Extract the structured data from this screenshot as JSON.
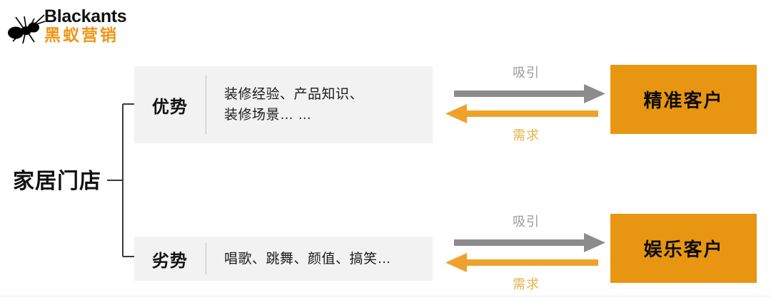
{
  "logo": {
    "icon": "ant-icon",
    "title": "Blackants",
    "subtitle": "黑蚁营销",
    "title_color": "#131313",
    "subtitle_color": "#F0941A"
  },
  "diagram": {
    "root_label": "家居门店",
    "bracket_icon": "bracket-connector",
    "branches": [
      {
        "id": "strength",
        "title": "优势",
        "body": "装修经验、产品知识、\n装修场景… …",
        "body_line1": "装修经验、产品知识、",
        "body_line2": "装修场景… …",
        "arrows": {
          "forward_label": "吸引",
          "forward_icon": "arrow-right-gray",
          "forward_color": "#8C8C8C",
          "back_label": "需求",
          "back_icon": "arrow-left-orange",
          "back_color": "#EFA22B"
        },
        "target": {
          "label": "精准客户",
          "color": "#E89611"
        }
      },
      {
        "id": "weakness",
        "title": "劣势",
        "body": "唱歌、跳舞、颜值、搞笑…",
        "body_line1": "唱歌、跳舞、颜值、搞笑…",
        "body_line2": "",
        "arrows": {
          "forward_label": "吸引",
          "forward_icon": "arrow-right-gray",
          "forward_color": "#8C8C8C",
          "back_label": "需求",
          "back_icon": "arrow-left-orange",
          "back_color": "#EFA22B"
        },
        "target": {
          "label": "娱乐客户",
          "color": "#E89611"
        }
      }
    ]
  },
  "panel_bg": "#F2F2F2"
}
